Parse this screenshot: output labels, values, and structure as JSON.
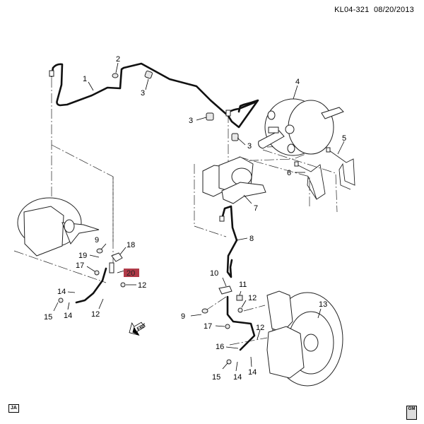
{
  "header": {
    "diagram_id": "KL04-321",
    "date": "08/20/2013"
  },
  "callouts": {
    "c1": "1",
    "c2": "2",
    "c3a": "3",
    "c3b": "3",
    "c3c": "3",
    "c4": "4",
    "c5": "5",
    "c6": "6",
    "c7": "7",
    "c8": "8",
    "c9a": "9",
    "c9b": "9",
    "c10": "10",
    "c11": "11",
    "c12a": "12",
    "c12b": "12",
    "c12c": "12",
    "c12d": "12",
    "c13": "13",
    "c14a": "14",
    "c14b": "14",
    "c14c": "14",
    "c14d": "14",
    "c15a": "15",
    "c15b": "15",
    "c16": "16",
    "c17a": "17",
    "c17b": "17",
    "c18": "18",
    "c19": "19",
    "c20": "20"
  },
  "highlighted_callout": "20",
  "direction_arrow": {
    "label": "FRT",
    "icon": "front-direction-arrow-icon"
  },
  "footer": {
    "left_badge": "JA",
    "right_logo": "GM"
  }
}
